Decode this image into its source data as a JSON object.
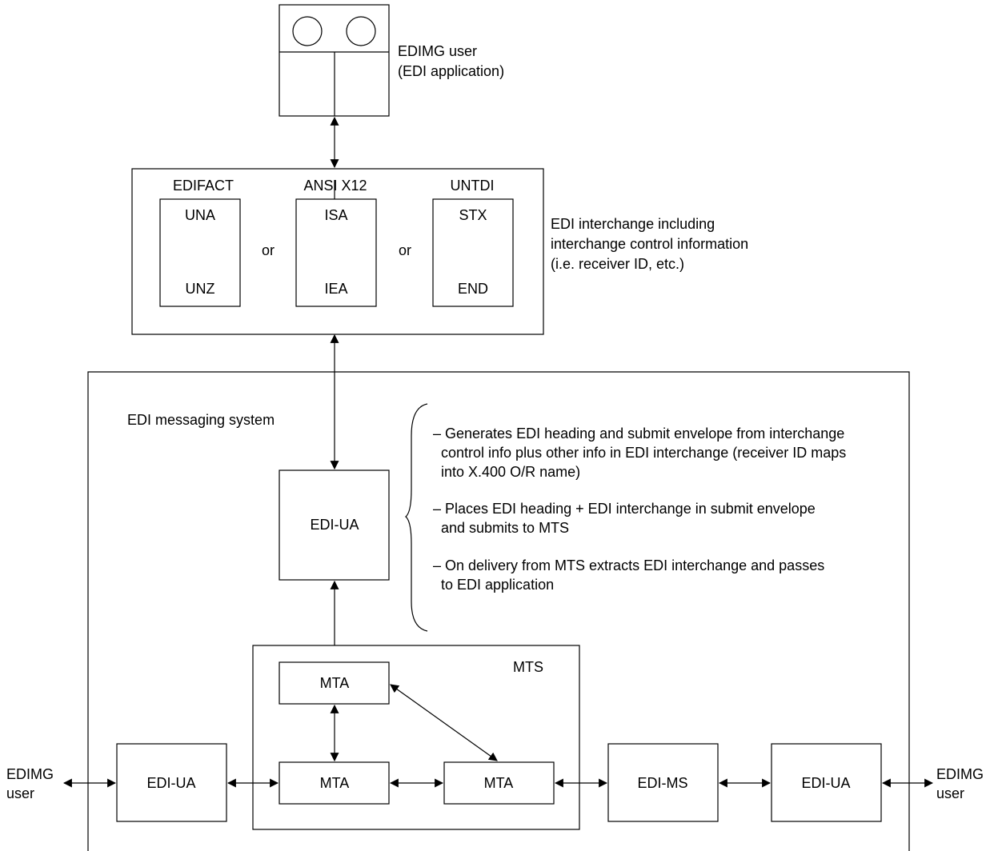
{
  "colors": {
    "stroke": "#000000",
    "text": "#000000",
    "background": "#ffffff"
  },
  "user_top": {
    "label_1": "EDIMG user",
    "label_2": "(EDI application)"
  },
  "interchange": {
    "edifact": {
      "title": "EDIFACT",
      "start": "UNA",
      "end": "UNZ"
    },
    "ansi": {
      "title": "ANSI X12",
      "start": "ISA",
      "end": "IEA"
    },
    "untdi": {
      "title": "UNTDI",
      "start": "STX",
      "end": "END"
    },
    "or_1": "or",
    "or_2": "or",
    "desc_1": "EDI interchange including",
    "desc_2": "interchange control information",
    "desc_3": "(i.e. receiver ID, etc.)"
  },
  "system": {
    "title": "EDI messaging system",
    "ua_main": "EDI-UA",
    "notes": [
      {
        "line1": "– Generates EDI heading and submit envelope from interchange",
        "line2": "  control info plus other info in EDI interchange (receiver ID maps",
        "line3": "  into X.400 O/R name)"
      },
      {
        "line1": "– Places EDI heading + EDI interchange in submit envelope",
        "line2": "  and submits to MTS"
      },
      {
        "line1": "– On delivery from MTS extracts EDI interchange and passes",
        "line2": "  to EDI application"
      }
    ],
    "mts": {
      "title": "MTS",
      "mta_top": "MTA",
      "mta_bottom_left": "MTA",
      "mta_bottom_right": "MTA"
    },
    "ua_left": "EDI-UA",
    "ms_right": "EDI-MS",
    "ua_right": "EDI-UA"
  },
  "user_left": {
    "line1": "EDIMG",
    "line2": "user"
  },
  "user_right": {
    "line1": "EDIMG",
    "line2": "user"
  }
}
